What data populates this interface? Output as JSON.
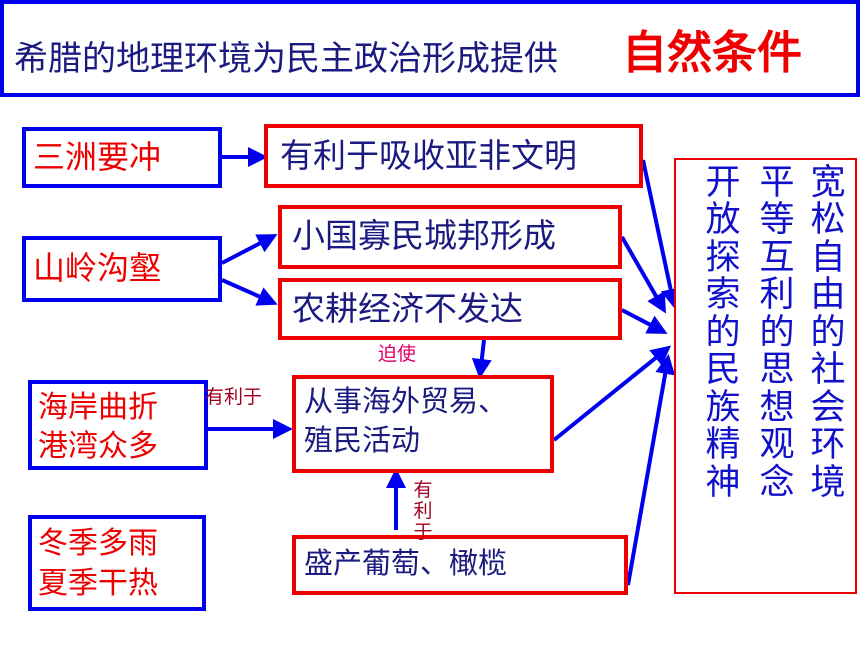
{
  "title": {
    "main": "希腊的地理环境为民主政治形成提供",
    "emphasis": "自然条件"
  },
  "causes": {
    "c1": "三洲要冲",
    "c2": "山岭沟壑",
    "c3_line1": "海岸曲折",
    "c3_line2": "港湾众多",
    "c4_line1": "冬季多雨",
    "c4_line2": "夏季干热"
  },
  "effects": {
    "e1": "有利于吸收亚非文明",
    "e2": "小国寡民城邦形成",
    "e3": "农耕经济不发达",
    "e4_line1": "从事海外贸易、",
    "e4_line2": "殖民活动",
    "e5": "盛产葡萄、橄榄"
  },
  "labels": {
    "force": "迫使",
    "benefit_h": "有利于",
    "benefit_v": "有利于"
  },
  "result": {
    "col1": "宽松自由的社会环境",
    "col2": "平等互利的思想观念",
    "col3": "开放探索的民族精神"
  },
  "colors": {
    "blue": "#0000ee",
    "red": "#ee0000",
    "navy": "#1a1a80",
    "label_pink": "#e0006a",
    "label_dark": "#a00020"
  }
}
